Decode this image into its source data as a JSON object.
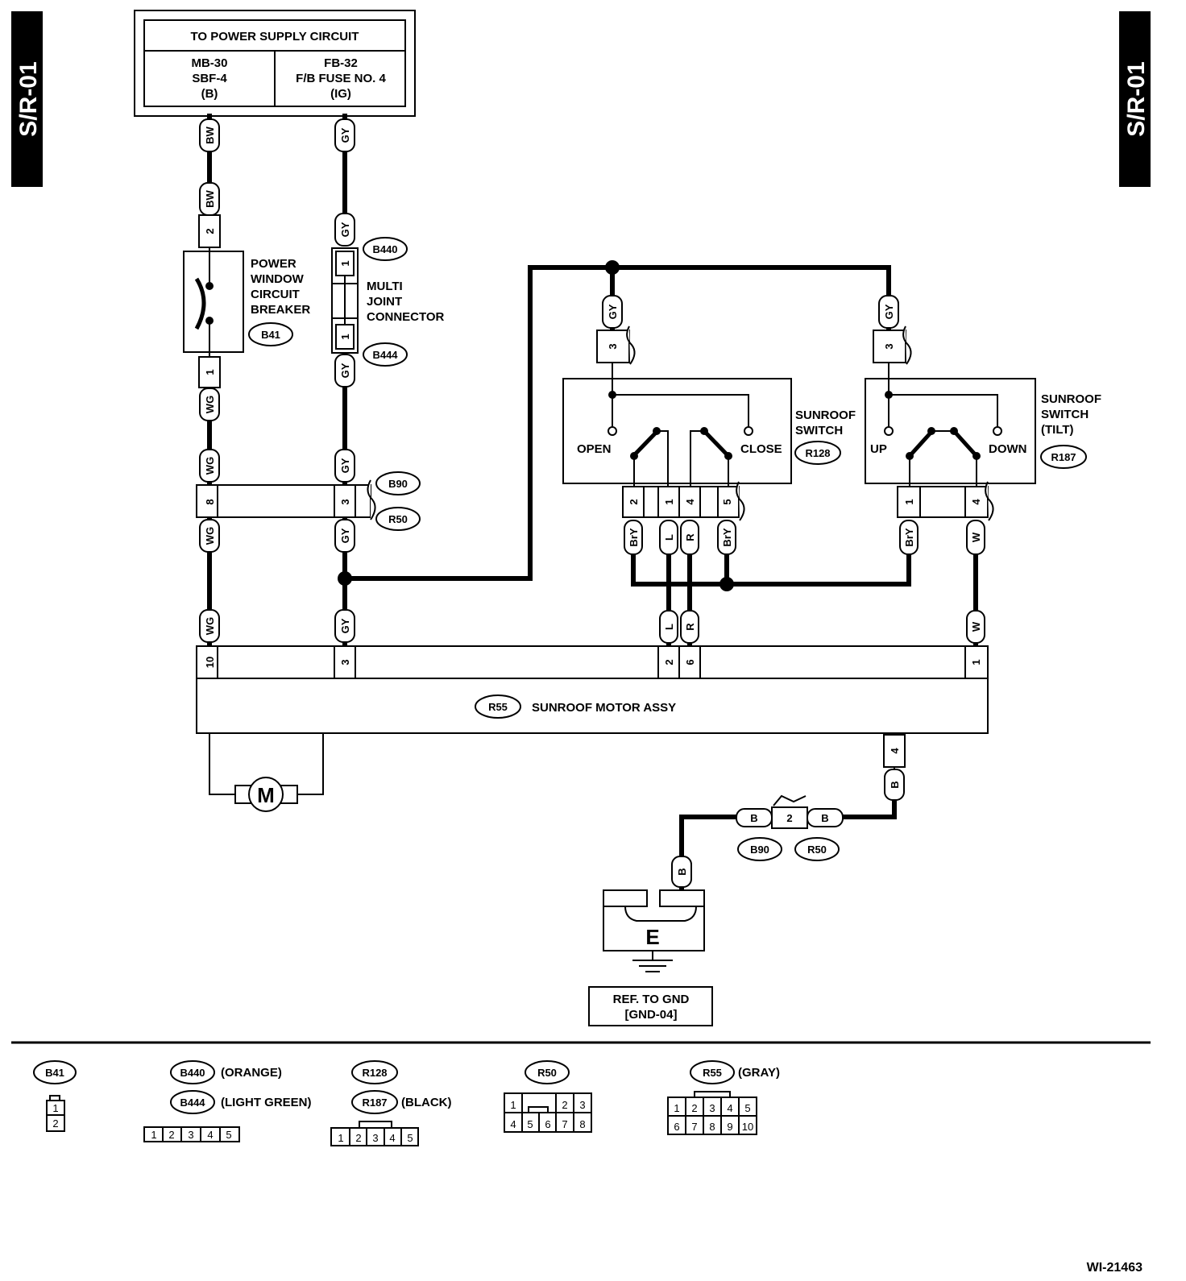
{
  "side_tab": "S/R-01",
  "power_supply": {
    "title": "TO POWER SUPPLY CIRCUIT",
    "left": [
      "MB-30",
      "SBF-4",
      "(B)"
    ],
    "right": [
      "FB-32",
      "F/B FUSE NO. 4",
      "(IG)"
    ]
  },
  "wires": {
    "bw": "BW",
    "gy": "GY",
    "wg": "WG",
    "bry": "BrY",
    "l": "L",
    "r": "R",
    "w": "W",
    "b": "B"
  },
  "breaker": {
    "label": [
      "POWER",
      "WINDOW",
      "CIRCUIT",
      "BREAKER"
    ],
    "connector": "B41",
    "pin_top": "2",
    "pin_bottom": "1"
  },
  "multi_joint": {
    "label": [
      "MULTI",
      "JOINT",
      "CONNECTOR"
    ],
    "top": "B440",
    "bottom": "B444",
    "pin_top": "1",
    "pin_bottom": "1"
  },
  "junction_b90_r50": {
    "top": "B90",
    "bottom": "R50",
    "pin_left": "8",
    "pin_right": "3"
  },
  "switch_open_close": {
    "label": [
      "SUNROOF",
      "SWITCH"
    ],
    "connector": "R128",
    "left": "OPEN",
    "right": "CLOSE",
    "pin_in": "3",
    "pins": [
      "2",
      "1",
      "4",
      "5"
    ]
  },
  "switch_tilt": {
    "label": [
      "SUNROOF",
      "SWITCH",
      "(TILT)"
    ],
    "connector": "R187",
    "left": "UP",
    "right": "DOWN",
    "pin_in": "3",
    "pins": [
      "1",
      "4"
    ]
  },
  "motor_assy": {
    "connector": "R55",
    "label": "SUNROOF MOTOR ASSY",
    "pins": [
      "10",
      "3",
      "2",
      "6",
      "1"
    ],
    "ground_pin": "4",
    "motor": "M"
  },
  "ground_joint": {
    "pin": "2",
    "left": "B90",
    "right": "R50"
  },
  "ground": {
    "symbol": "E",
    "ref": [
      "REF. TO GND",
      "[GND-04]"
    ]
  },
  "legend": {
    "b41": {
      "name": "B41",
      "pins": [
        "1",
        "2"
      ]
    },
    "b440": {
      "name": "B440",
      "color": "(ORANGE)"
    },
    "b444": {
      "name": "B444",
      "color": "(LIGHT GREEN)",
      "pins": [
        "1",
        "2",
        "3",
        "4",
        "5"
      ]
    },
    "r128": {
      "name": "R128"
    },
    "r187": {
      "name": "R187",
      "color": "(BLACK)",
      "pins": [
        "1",
        "2",
        "3",
        "4",
        "5"
      ]
    },
    "r50": {
      "name": "R50",
      "pins": [
        "1",
        "2",
        "3",
        "4",
        "5",
        "6",
        "7",
        "8"
      ]
    },
    "r55": {
      "name": "R55",
      "color": "(GRAY)",
      "pins": [
        "1",
        "2",
        "3",
        "4",
        "5",
        "6",
        "7",
        "8",
        "9",
        "10"
      ]
    }
  },
  "figure_id": "WI-21463"
}
